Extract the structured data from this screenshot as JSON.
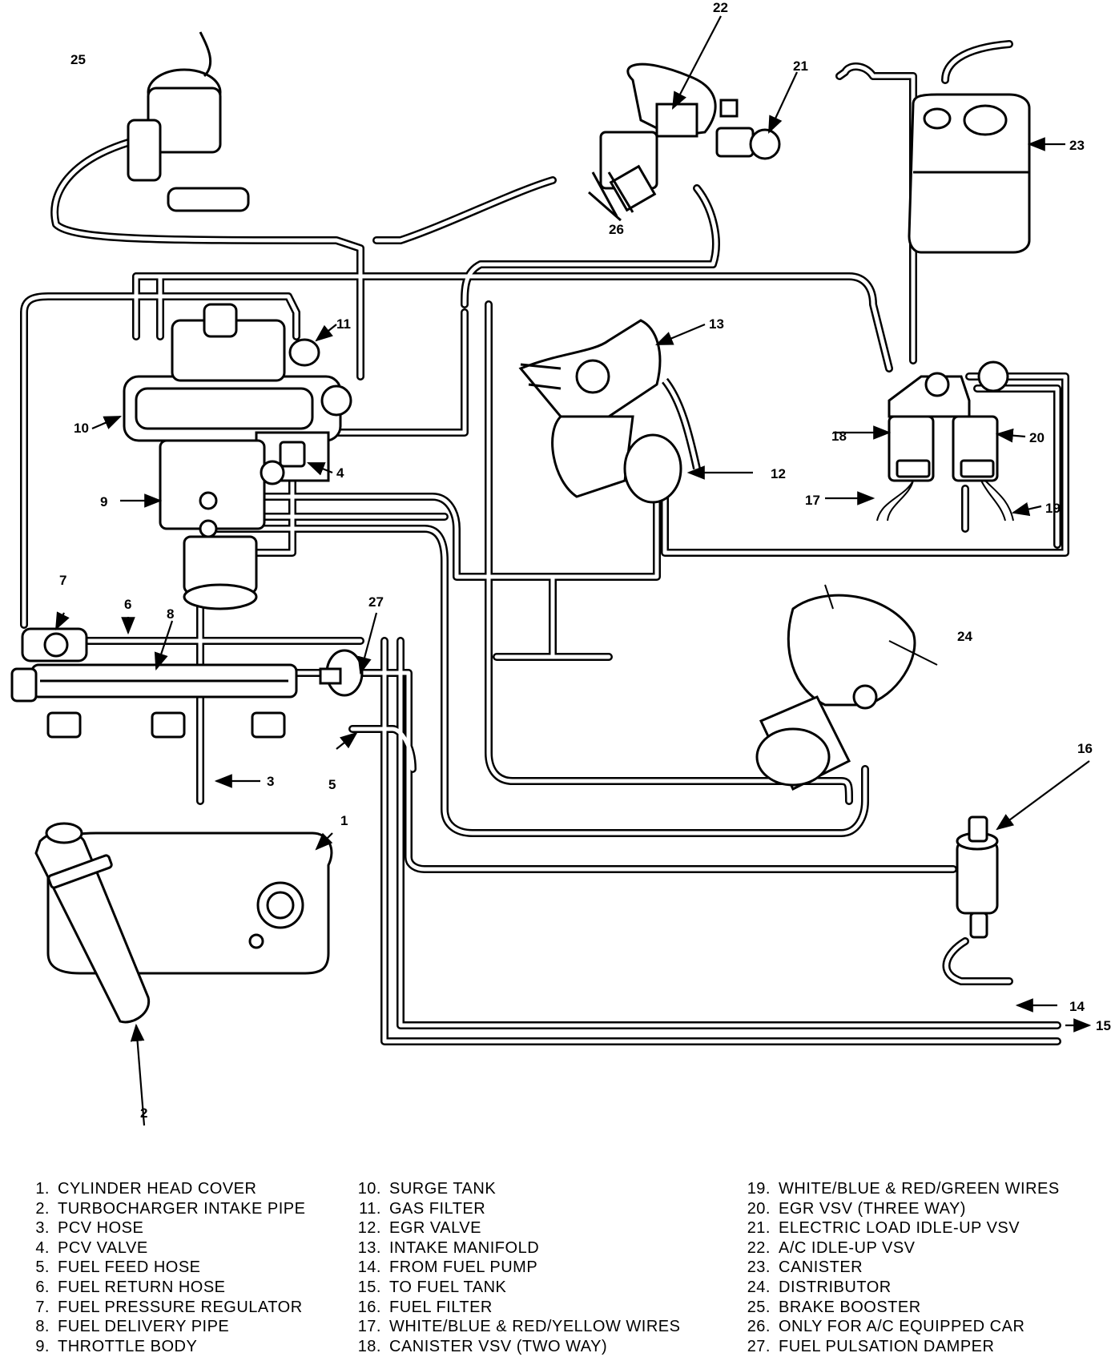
{
  "callouts": [
    "1",
    "2",
    "3",
    "4",
    "5",
    "6",
    "7",
    "8",
    "9",
    "10",
    "11",
    "12",
    "13",
    "14",
    "15",
    "16",
    "17",
    "18",
    "19",
    "20",
    "21",
    "22",
    "23",
    "24",
    "25",
    "26",
    "27"
  ],
  "legend": [
    {
      "num": "1.",
      "text": "CYLINDER HEAD COVER"
    },
    {
      "num": "2.",
      "text": "TURBOCHARGER INTAKE PIPE"
    },
    {
      "num": "3.",
      "text": "PCV HOSE"
    },
    {
      "num": "4.",
      "text": "PCV VALVE"
    },
    {
      "num": "5.",
      "text": "FUEL FEED HOSE"
    },
    {
      "num": "6.",
      "text": "FUEL RETURN HOSE"
    },
    {
      "num": "7.",
      "text": "FUEL PRESSURE REGULATOR"
    },
    {
      "num": "8.",
      "text": "FUEL DELIVERY PIPE"
    },
    {
      "num": "9.",
      "text": "THROTTLE BODY"
    },
    {
      "num": "10.",
      "text": "SURGE TANK"
    },
    {
      "num": "11.",
      "text": "GAS FILTER"
    },
    {
      "num": "12.",
      "text": "EGR VALVE"
    },
    {
      "num": "13.",
      "text": "INTAKE MANIFOLD"
    },
    {
      "num": "14.",
      "text": "FROM FUEL PUMP"
    },
    {
      "num": "15.",
      "text": "TO FUEL TANK"
    },
    {
      "num": "16.",
      "text": "FUEL FILTER"
    },
    {
      "num": "17.",
      "text": "WHITE/BLUE & RED/YELLOW WIRES"
    },
    {
      "num": "18.",
      "text": "CANISTER VSV (TWO WAY)"
    },
    {
      "num": "19.",
      "text": "WHITE/BLUE & RED/GREEN WIRES"
    },
    {
      "num": "20.",
      "text": "EGR VSV (THREE WAY)"
    },
    {
      "num": "21.",
      "text": "ELECTRIC LOAD IDLE-UP VSV"
    },
    {
      "num": "22.",
      "text": "A/C IDLE-UP VSV"
    },
    {
      "num": "23.",
      "text": "CANISTER"
    },
    {
      "num": "24.",
      "text": "DISTRIBUTOR"
    },
    {
      "num": "25.",
      "text": "BRAKE BOOSTER"
    },
    {
      "num": "26.",
      "text": "ONLY FOR A/C EQUIPPED CAR"
    },
    {
      "num": "27.",
      "text": "FUEL PULSATION DAMPER"
    }
  ]
}
